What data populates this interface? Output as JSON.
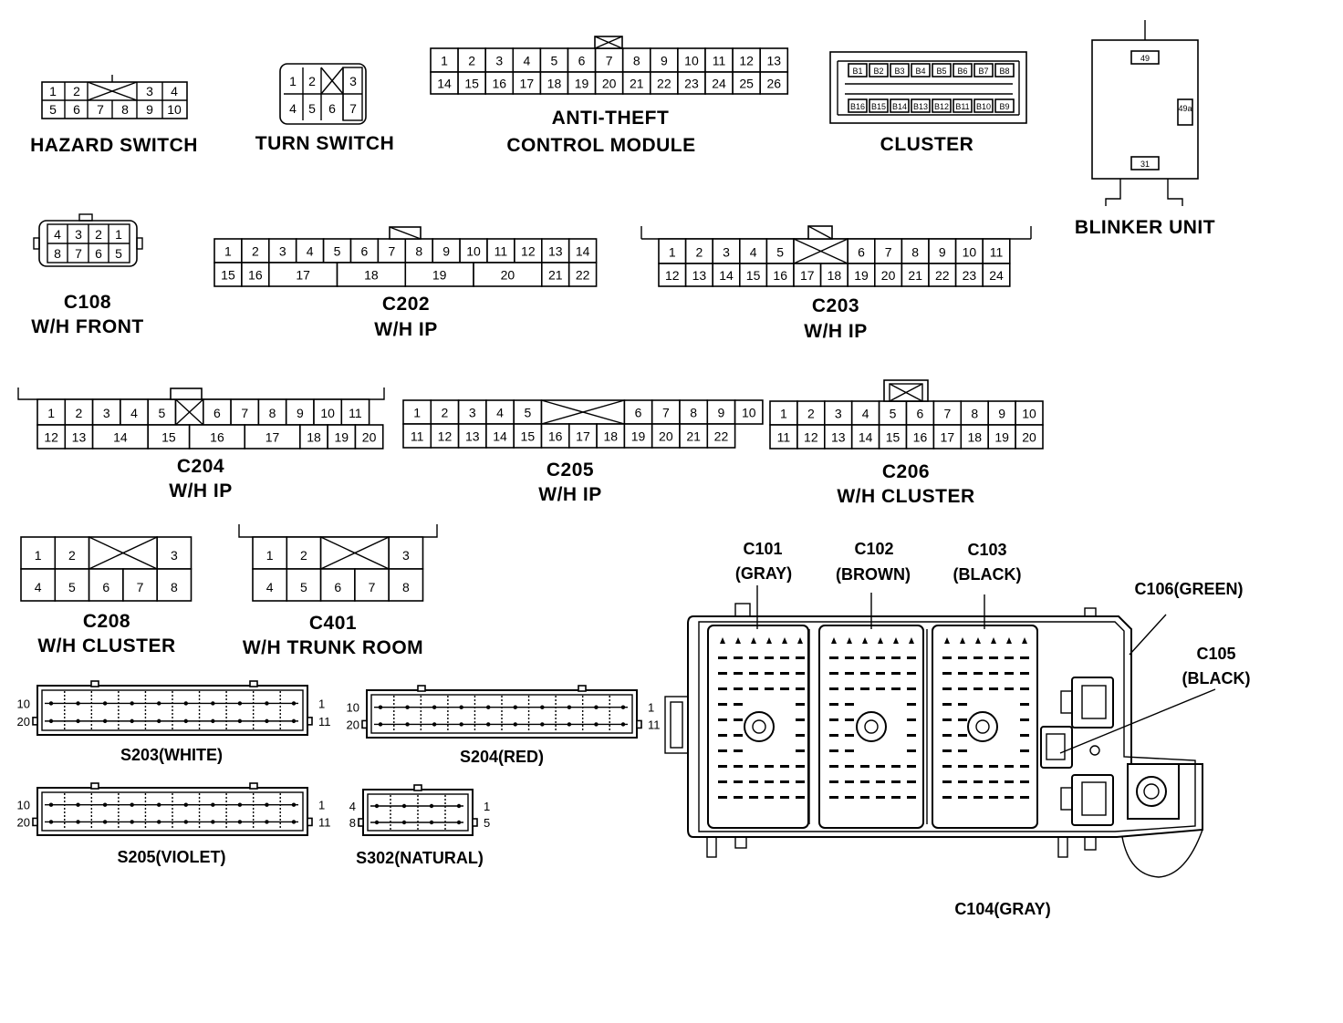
{
  "labels": {
    "hazard_switch": "HAZARD SWITCH",
    "turn_switch": "TURN SWITCH",
    "anti_theft_1": "ANTI-THEFT",
    "anti_theft_2": "CONTROL MODULE",
    "cluster": "CLUSTER",
    "blinker_unit": "BLINKER UNIT",
    "c108": "C108",
    "c108_sub": "W/H FRONT",
    "c202": "C202",
    "c202_sub": "W/H IP",
    "c203": "C203",
    "c203_sub": "W/H IP",
    "c204": "C204",
    "c204_sub": "W/H IP",
    "c205": "C205",
    "c205_sub": "W/H IP",
    "c206": "C206",
    "c206_sub": "W/H CLUSTER",
    "c208": "C208",
    "c208_sub": "W/H CLUSTER",
    "c401": "C401",
    "c401_sub": "W/H TRUNK ROOM",
    "c101": "C101",
    "c101_sub": "(GRAY)",
    "c102": "C102",
    "c102_sub": "(BROWN)",
    "c103": "C103",
    "c103_sub": "(BLACK)",
    "c106": "C106(GREEN)",
    "c105": "C105",
    "c105_sub": "(BLACK)",
    "c104": "C104(GRAY)",
    "s203": "S203(WHITE)",
    "s204": "S204(RED)",
    "s205": "S205(VIOLET)",
    "s302": "S302(NATURAL)"
  },
  "blinker_pins": [
    "49",
    "49a",
    "31"
  ],
  "cluster_pins": {
    "top": [
      "B1",
      "B2",
      "B3",
      "B4",
      "B5",
      "B6",
      "B7",
      "B8"
    ],
    "bottom": [
      "B16",
      "B15",
      "B14",
      "B13",
      "B12",
      "B11",
      "B10",
      "B9"
    ]
  },
  "splice_end_labels": {
    "s_top_left": "10",
    "s_bottom_left": "20",
    "s_top_right": "1",
    "s_bottom_right": "11",
    "s302_top_left": "4",
    "s302_bottom_left": "8",
    "s302_top_right": "1",
    "s302_bottom_right": "5"
  }
}
